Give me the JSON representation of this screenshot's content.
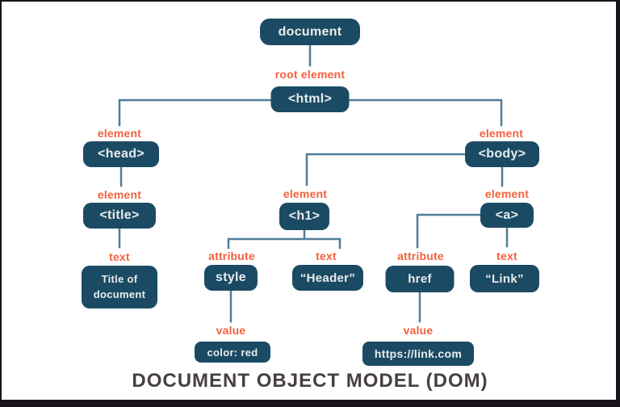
{
  "diagram_title": "DOCUMENT OBJECT MODEL (DOM)",
  "colors": {
    "node_background": "#1b4b64",
    "node_text": "#e9ecec",
    "edge_label": "#f4613d",
    "connector": "#4f7e99",
    "title_text": "#474140",
    "canvas_background": "#ffffff",
    "frame_border": "#18131b"
  },
  "labels": {
    "root_element": "root element",
    "element": "element",
    "attribute": "attribute",
    "text": "text",
    "value": "value"
  },
  "nodes": {
    "document": "document",
    "html": "<html>",
    "head": "<head>",
    "title_tag": "<title>",
    "title_text_line1": "Title of",
    "title_text_line2": "document",
    "h1": "<h1>",
    "style_attr": "style",
    "header_text": "“Header”",
    "body": "<body>",
    "anchor": "<a>",
    "href_attr": "href",
    "link_text": "“Link”",
    "style_value": "color: red",
    "href_value": "https://link.com"
  }
}
